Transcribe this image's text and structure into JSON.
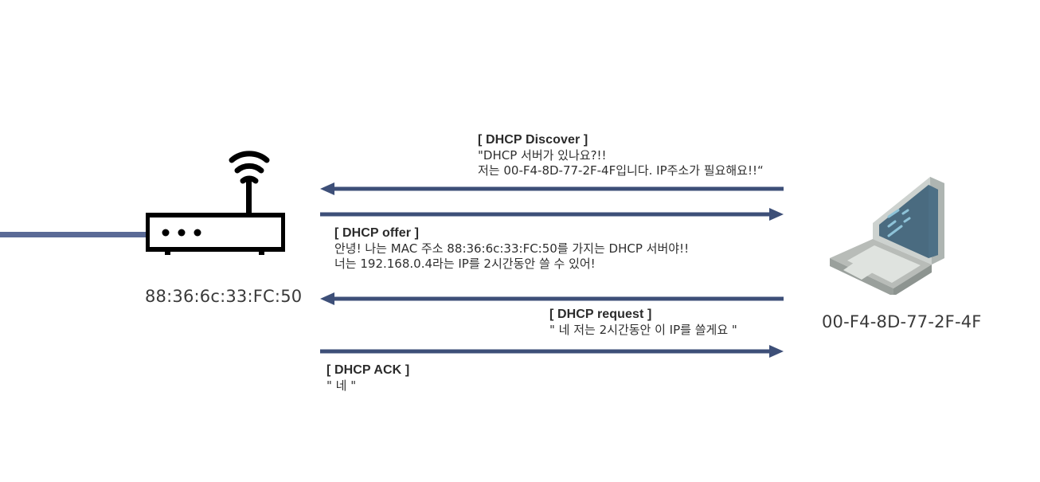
{
  "diagram": {
    "type": "dhcp-handshake-sequence-diagram",
    "background": "#ffffff",
    "arrow_color": "#3d4f78",
    "cable_color": "#5a6a96"
  },
  "devices": {
    "router": {
      "icon": "wifi-router-icon",
      "mac_label": "88:36:6c:33:FC:50"
    },
    "laptop": {
      "icon": "laptop-icon",
      "mac_label": "00-F4-8D-77-2F-4F",
      "screen_color": "#4a6b80",
      "body_color": "#b8bcb8"
    }
  },
  "messages": [
    {
      "id": "dhcp-discover",
      "title": "[ DHCP Discover ]",
      "lines": [
        "\"DHCP 서버가 있나요?!!",
        "저는 00-F4-8D-77-2F-4F입니다. IP주소가 필요해요!!“"
      ],
      "direction": "client-to-router"
    },
    {
      "id": "dhcp-offer",
      "title": "[ DHCP offer ]",
      "lines": [
        "안녕! 나는 MAC 주소 88:36:6c:33:FC:50를 가지는 DHCP 서버야!!",
        "너는 192.168.0.4라는 IP를 2시간동안 쓸 수 있어!"
      ],
      "direction": "router-to-client"
    },
    {
      "id": "dhcp-request",
      "title": "[ DHCP request ]",
      "lines": [
        "\" 네 저는 2시간동안 이 IP를 쓸게요 \""
      ],
      "direction": "client-to-router"
    },
    {
      "id": "dhcp-ack",
      "title": "[ DHCP ACK ]",
      "lines": [
        "\" 네  \""
      ],
      "direction": "router-to-client"
    }
  ],
  "arrows": [
    {
      "id": "arrow-discover",
      "points": "left"
    },
    {
      "id": "arrow-offer",
      "points": "right"
    },
    {
      "id": "arrow-request",
      "points": "left"
    },
    {
      "id": "arrow-ack",
      "points": "right"
    }
  ]
}
